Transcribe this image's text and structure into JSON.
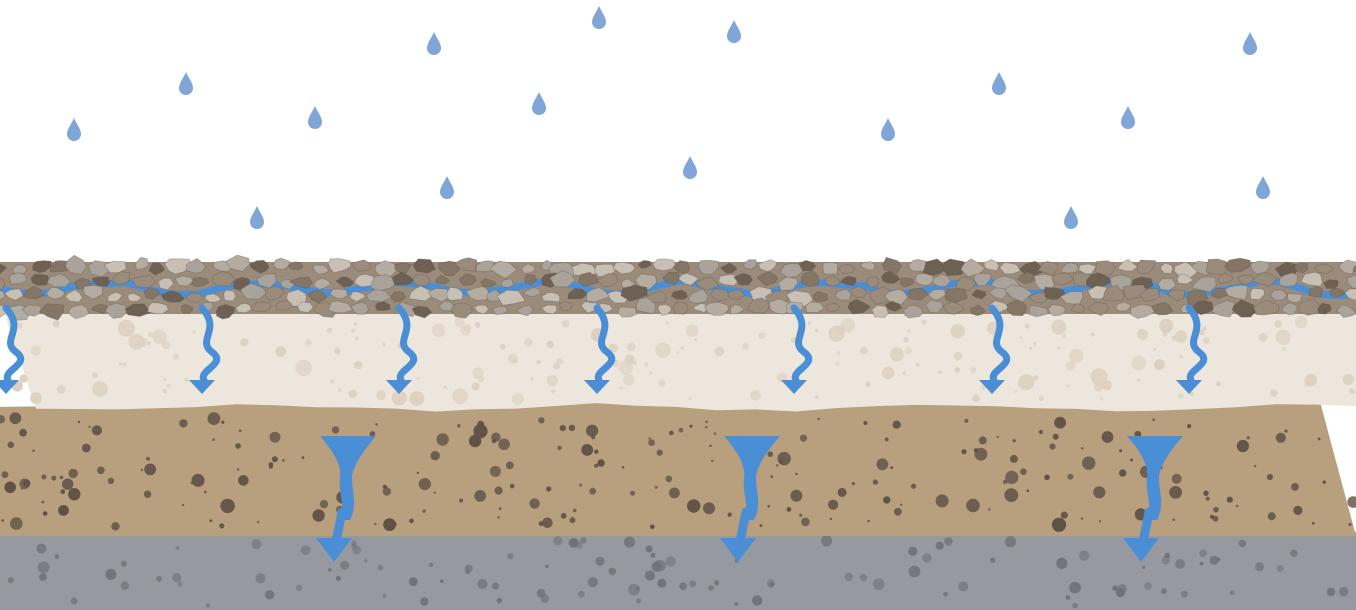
{
  "colors": {
    "sky": "#ffffff",
    "raindrop": "#7fa6d6",
    "water": "#4a8fd6",
    "gravel_dark": "#6e6052",
    "gravel_mid": "#9a8b7b",
    "gravel_light": "#c8c0b5",
    "gravel_stone": "#a9a39b",
    "sand_layer": "#ece6dc",
    "sand_dot": "#ddd0c0",
    "soil_layer": "#b89f7d",
    "soil_dot": "#5f5147",
    "bedrock_layer": "#969aa0",
    "bedrock_dot": "#6e7278"
  },
  "diagram": {
    "layers": [
      {
        "id": "sky",
        "icon": "raindrops"
      },
      {
        "id": "gravel"
      },
      {
        "id": "sand"
      },
      {
        "id": "soil"
      },
      {
        "id": "bedrock"
      }
    ]
  }
}
